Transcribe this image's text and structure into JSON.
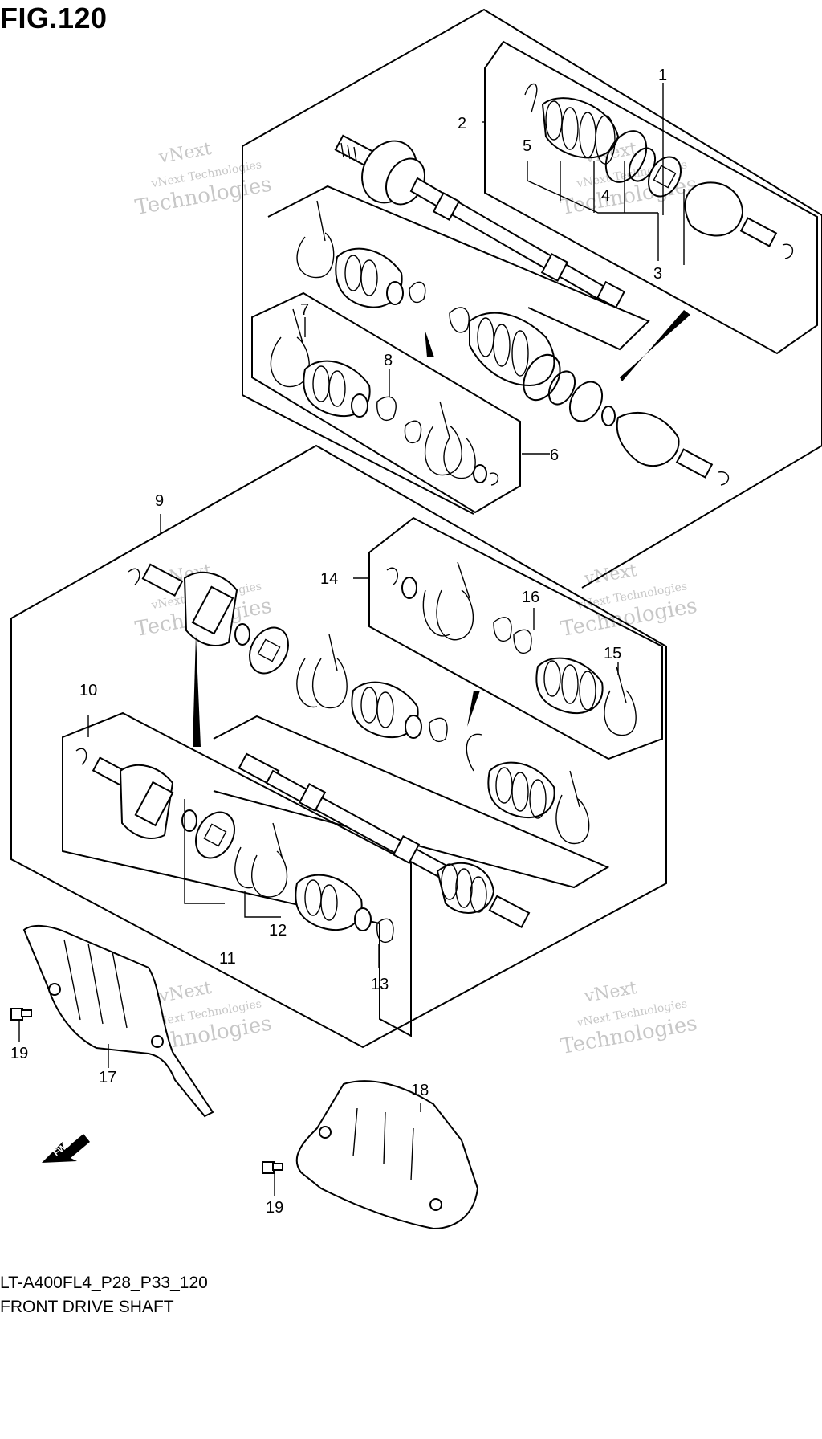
{
  "figure": {
    "title": "FIG.120",
    "code": "LT-A400FL4_P28_P33_120",
    "name": "FRONT DRIVE SHAFT"
  },
  "watermark": {
    "line1": "vNext",
    "line2": "vNext Technologies",
    "line3": "Technologies"
  },
  "fwd_label": "FWD",
  "callouts": [
    "1",
    "2",
    "3",
    "4",
    "5",
    "6",
    "7",
    "8",
    "9",
    "10",
    "11",
    "12",
    "13",
    "14",
    "15",
    "16",
    "17",
    "18",
    "19",
    "19"
  ]
}
